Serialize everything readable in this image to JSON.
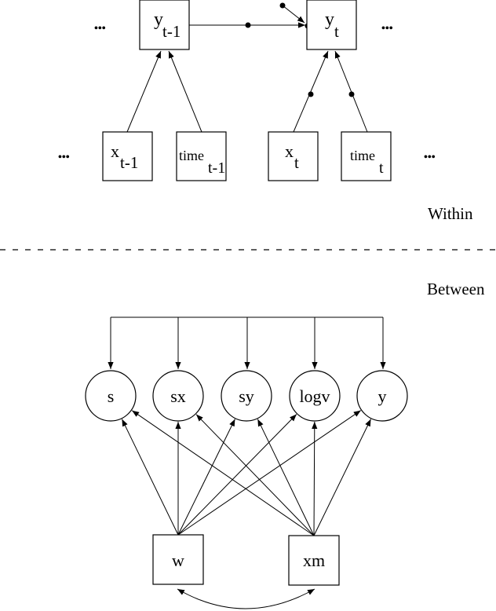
{
  "within": {
    "label": "Within",
    "ellipsis": "•••",
    "nodes": {
      "y_prev": {
        "base": "y",
        "sub": "t-1"
      },
      "y_cur": {
        "base": "y",
        "sub": "t"
      },
      "x_prev": {
        "base": "x",
        "sub": "t-1"
      },
      "time_prev": {
        "base": "time",
        "sub": "t-1"
      },
      "x_cur": {
        "base": "x",
        "sub": "t"
      },
      "time_cur": {
        "base": "time",
        "sub": "t"
      }
    },
    "edges": [
      {
        "from": "y_prev",
        "to": "y_cur",
        "random_slope": true
      },
      {
        "from": "x_prev",
        "to": "y_prev",
        "random_slope": false
      },
      {
        "from": "time_prev",
        "to": "y_prev",
        "random_slope": false
      },
      {
        "from": "x_cur",
        "to": "y_cur",
        "random_slope": true
      },
      {
        "from": "time_cur",
        "to": "y_cur",
        "random_slope": true
      },
      {
        "from": "residual_variance",
        "to": "y_cur",
        "random_slope": true
      }
    ]
  },
  "between": {
    "label": "Between",
    "latents": [
      {
        "id": "s",
        "label": "s"
      },
      {
        "id": "sx",
        "label": "sx"
      },
      {
        "id": "sy",
        "label": "sy"
      },
      {
        "id": "logv",
        "label": "logv"
      },
      {
        "id": "y",
        "label": "y"
      }
    ],
    "covariates": [
      {
        "id": "w",
        "label": "w"
      },
      {
        "id": "xm",
        "label": "xm"
      }
    ],
    "correlated_latents": true,
    "covariate_correlation": [
      "w",
      "xm"
    ]
  }
}
